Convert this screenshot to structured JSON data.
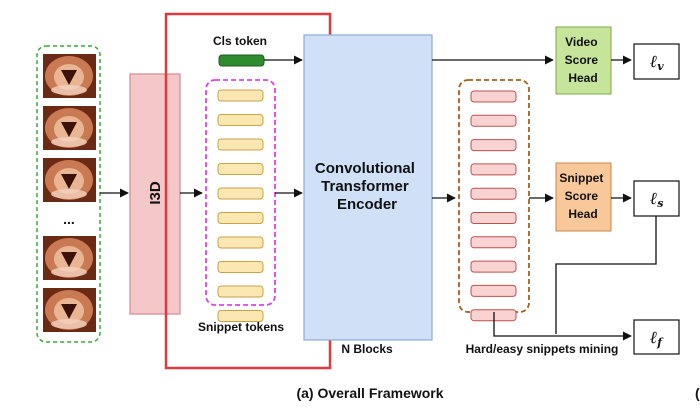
{
  "labels": {
    "cls_token": "Cls token",
    "i3d": "I3D",
    "encoder_line1": "Convolutional",
    "encoder_line2": "Transformer",
    "encoder_line3": "Encoder",
    "n_blocks": "N Blocks",
    "snippet_tokens": "Snippet tokens",
    "hard_easy": "Hard/easy snippets mining",
    "video_head_line1": "Video",
    "video_head_line2": "Score",
    "video_head_line3": "Head",
    "snippet_head_line1": "Snippet",
    "snippet_head_line2": "Score",
    "snippet_head_line3": "Head",
    "loss_v_main": "ℓ",
    "loss_v_sub": "v",
    "loss_s_main": "ℓ",
    "loss_s_sub": "s",
    "loss_f_main": "ℓ",
    "loss_f_sub": "f",
    "ellipsis": "...",
    "caption": "(a) Overall Framework",
    "edge_fragment": "("
  },
  "colors": {
    "frames_border": "#3aa83a",
    "i3d_fill": "#f4c7c9",
    "i3d_border": "#d28a8f",
    "highlight_box": "#e0393e",
    "cls_token": "#2e8b2e",
    "snippet_token_fill": "#fbe7b2",
    "snippet_token_border": "#c9a245",
    "snippet_border": "#e040e8",
    "encoder_fill": "#cfe0f7",
    "encoder_border": "#8faad6",
    "output_token_fill": "#f9d2d2",
    "output_token_border": "#c0504d",
    "output_border": "#a0621e",
    "video_head_fill": "#c6e59a",
    "snippet_head_fill": "#f8c79a"
  },
  "counts": {
    "frames": 5,
    "snippet_tokens": 10,
    "output_tokens": 10
  }
}
